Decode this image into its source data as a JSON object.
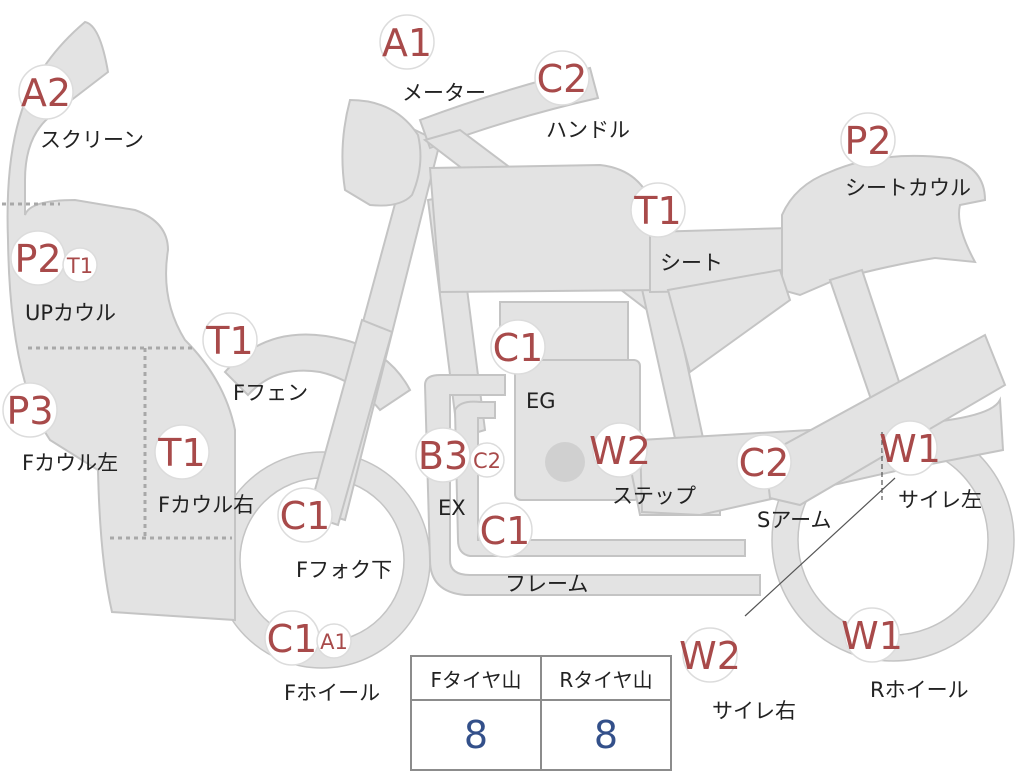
{
  "parts": [
    {
      "id": "screen",
      "grades": [
        "A2"
      ],
      "label": "スクリーン"
    },
    {
      "id": "upper-cowl",
      "grades": [
        "P2",
        "T1"
      ],
      "label": "UPカウル"
    },
    {
      "id": "f-cowl-left",
      "grades": [
        "P3"
      ],
      "label": "Fカウル左"
    },
    {
      "id": "f-cowl-right",
      "grades": [
        "T1"
      ],
      "label": "Fカウル右"
    },
    {
      "id": "f-fender",
      "grades": [
        "T1"
      ],
      "label": "Fフェン"
    },
    {
      "id": "f-fork-lower",
      "grades": [
        "C1"
      ],
      "label": "Fフォク下"
    },
    {
      "id": "f-wheel",
      "grades": [
        "C1",
        "A1"
      ],
      "label": "Fホイール"
    },
    {
      "id": "meter",
      "grades": [
        "A1"
      ],
      "label": "メーター"
    },
    {
      "id": "handle",
      "grades": [
        "C2"
      ],
      "label": "ハンドル"
    },
    {
      "id": "seat",
      "grades": [
        "T1"
      ],
      "label": "シート"
    },
    {
      "id": "seat-cowl",
      "grades": [
        "P2"
      ],
      "label": "シートカウル"
    },
    {
      "id": "engine",
      "grades": [
        "C1"
      ],
      "label": "EG"
    },
    {
      "id": "exhaust",
      "grades": [
        "B3",
        "C2"
      ],
      "label": "EX"
    },
    {
      "id": "frame",
      "grades": [
        "C1"
      ],
      "label": "フレーム"
    },
    {
      "id": "step",
      "grades": [
        "W2"
      ],
      "label": "ステップ"
    },
    {
      "id": "swing-arm",
      "grades": [
        "C2"
      ],
      "label": "Sアーム"
    },
    {
      "id": "muffler-left",
      "grades": [
        "W1"
      ],
      "label": "サイレ左"
    },
    {
      "id": "muffler-right",
      "grades": [
        "W2"
      ],
      "label": "サイレ右"
    },
    {
      "id": "r-wheel",
      "grades": [
        "W1"
      ],
      "label": "Rホイール"
    }
  ],
  "tread_table": {
    "headers": [
      "Fタイヤ山",
      "Rタイヤ山"
    ],
    "values": [
      "8",
      "8"
    ]
  },
  "colors": {
    "part_fill": "#e3e3e3",
    "grade_text": "#a84a4a",
    "tread_value": "#33508a"
  }
}
